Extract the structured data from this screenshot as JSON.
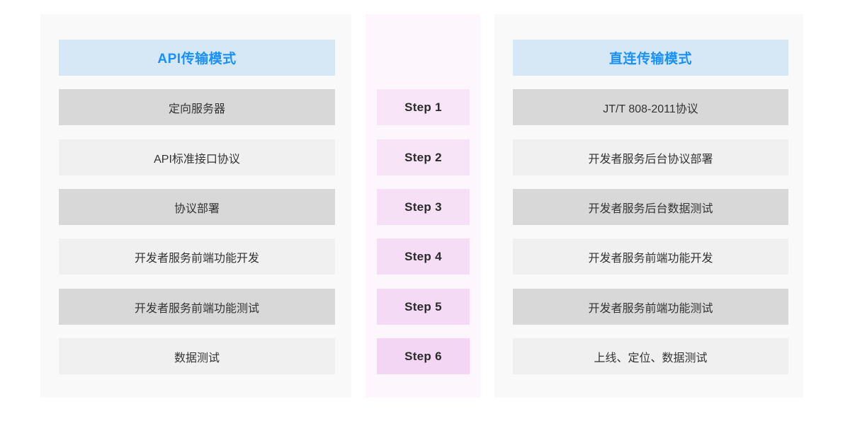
{
  "columns": {
    "left": {
      "header": "API传输模式",
      "header_bg": "#d6e8f5",
      "header_color": "#1890ff",
      "panel_bg": "#f9f9f9",
      "rows": [
        "定向服务器",
        "API标准接口协议",
        "协议部署",
        "开发者服务前端功能开发",
        "开发者服务前端功能测试",
        "数据测试"
      ]
    },
    "middle": {
      "panel_bg": "#fdf6fc",
      "steps": [
        "Step 1",
        "Step 2",
        "Step 3",
        "Step 4",
        "Step 5",
        "Step 6"
      ],
      "step_colors": [
        "#f8e6f8",
        "#f7e4f7",
        "#f6e0f6",
        "#f5ddf6",
        "#f4daf5",
        "#f3d6f4"
      ],
      "step_text_color": "#2a2a2a"
    },
    "right": {
      "header": "直连传输模式",
      "header_bg": "#d6e8f5",
      "header_color": "#1890ff",
      "panel_bg": "#f9f9f9",
      "rows": [
        "JT/T 808-2011协议",
        "开发者服务后台协议部署",
        "开发者服务后台数据测试",
        "开发者服务前端功能开发",
        "开发者服务前端功能测试",
        "上线、定位、数据测试"
      ]
    }
  },
  "row_colors": {
    "dark": "#d8d8d8",
    "light": "#f0f0f0",
    "text": "#333333"
  }
}
